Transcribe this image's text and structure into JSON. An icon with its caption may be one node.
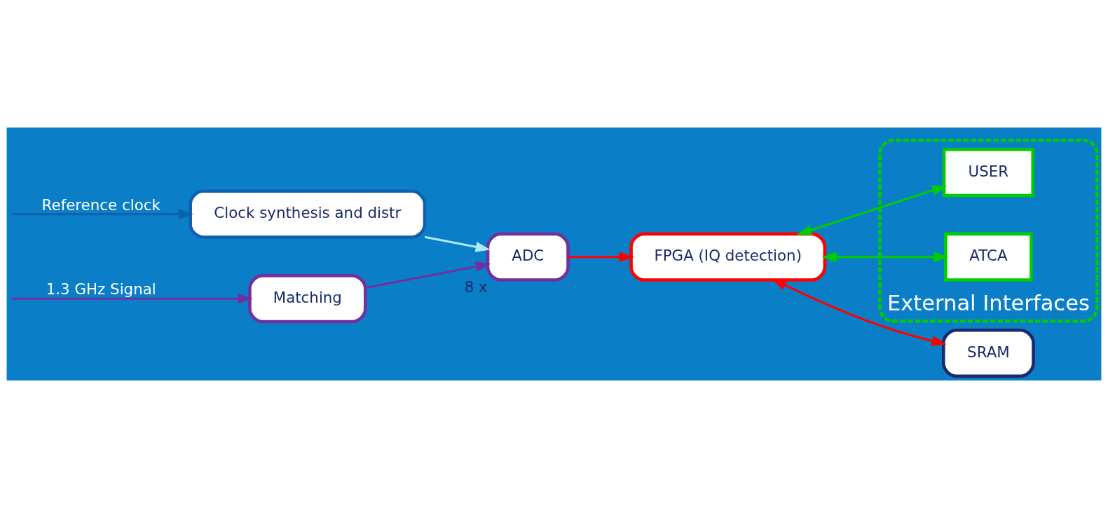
{
  "diagram": {
    "nodes": [
      {
        "text": [
          "Matching"
        ]
      },
      {
        "text": [
          "ADC"
        ],
        "beside": [
          "8 x"
        ]
      },
      {
        "text": [
          "FPGA (IQ detection)"
        ]
      },
      {
        "text": [
          "External Interfaces"
        ]
      },
      {
        "text": [
          "USER"
        ],
        "in": 3
      },
      {
        "text": [
          "ATCA"
        ],
        "in": 3
      },
      {
        "text": [
          "SRAM"
        ]
      },
      {
        "text": [
          "Clock synthesis and distr"
        ]
      }
    ],
    "edges": [
      {
        "from": null,
        "to": 0,
        "arrow": "to",
        "label": "1.3 GHz Signal",
        "color": "#7030a0"
      },
      {
        "from": 0,
        "to": 1,
        "arrow": "to",
        "color": "#7030a0"
      },
      {
        "from": 1,
        "to": 2,
        "arrow": "to",
        "color": "#ff0000"
      },
      {
        "from": 2,
        "to": 4,
        "arrow": "both",
        "color": "#00cc00"
      },
      {
        "from": 2,
        "to": 5,
        "arrow": "both",
        "color": "#00cc00"
      },
      {
        "from": 2,
        "to": 6,
        "arrow": "both",
        "color": "#ff0000"
      },
      {
        "from": 7,
        "to": 1,
        "arrow": "to",
        "color": "#aee8ff"
      },
      {
        "from": null,
        "to": 7,
        "arrow": "to",
        "label": "Reference clock",
        "color": "#1060b0"
      }
    ]
  }
}
